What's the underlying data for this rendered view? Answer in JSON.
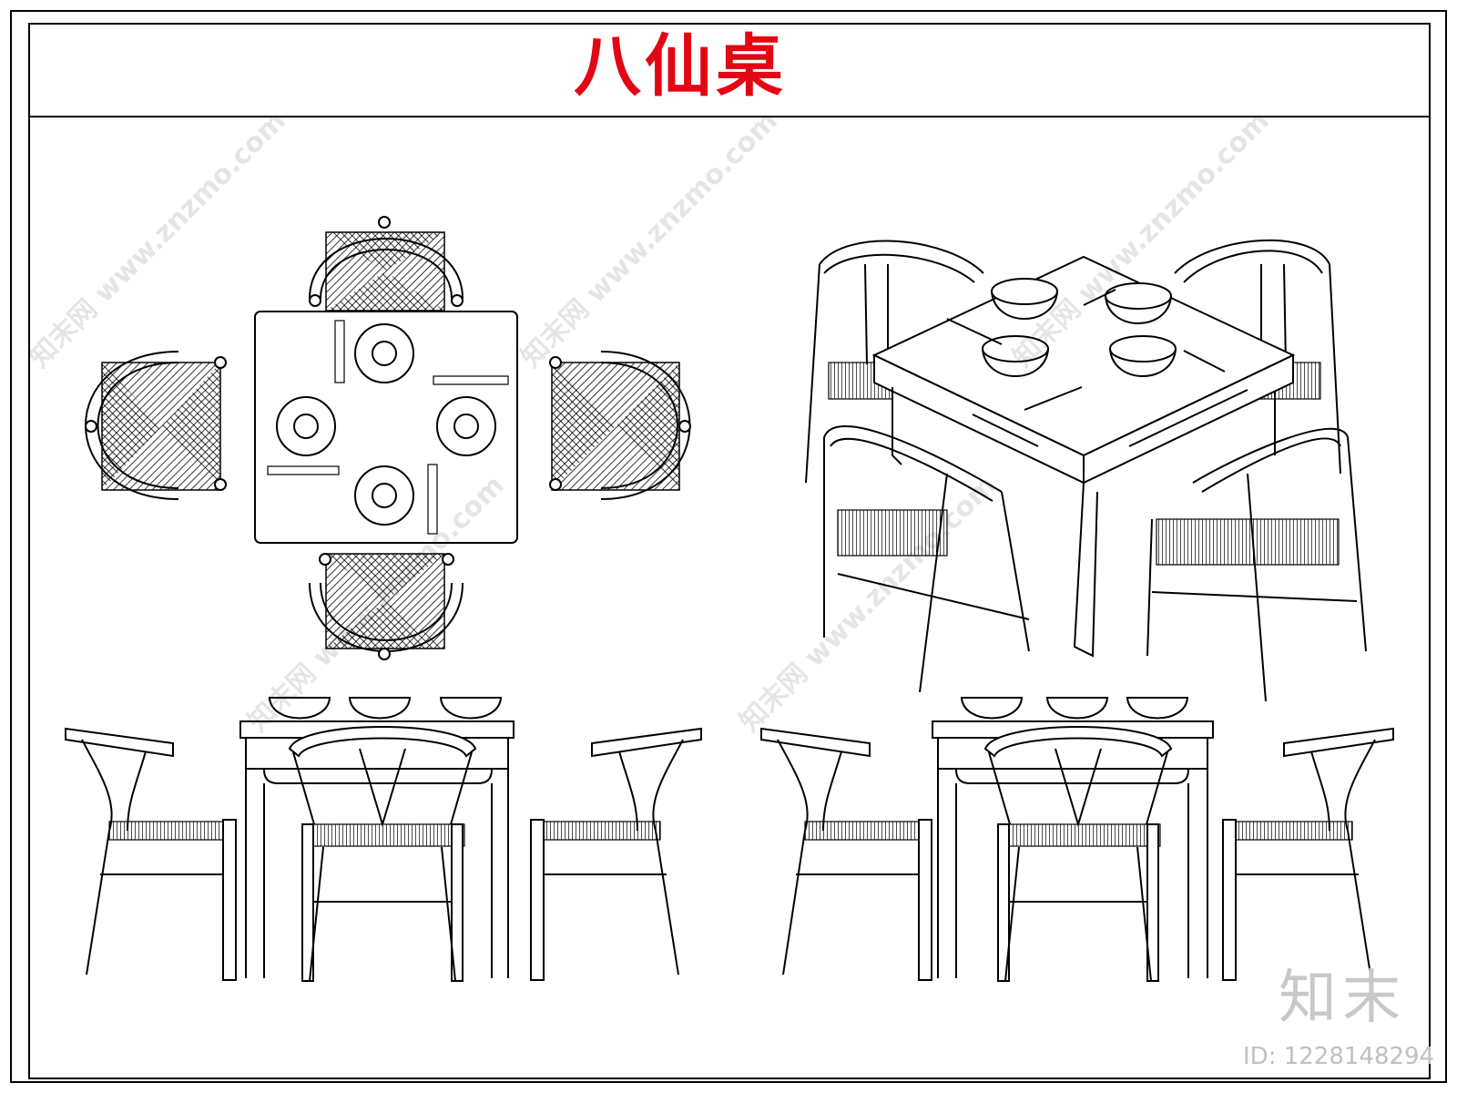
{
  "title": "八仙桌",
  "watermark": {
    "site_text": "知末网 www.znzmo.com",
    "logo_text": "知末",
    "id_text": "ID: 1228148294"
  },
  "colors": {
    "title": "#e30613",
    "line": "#000000",
    "watermark": "#c8c8c8"
  }
}
